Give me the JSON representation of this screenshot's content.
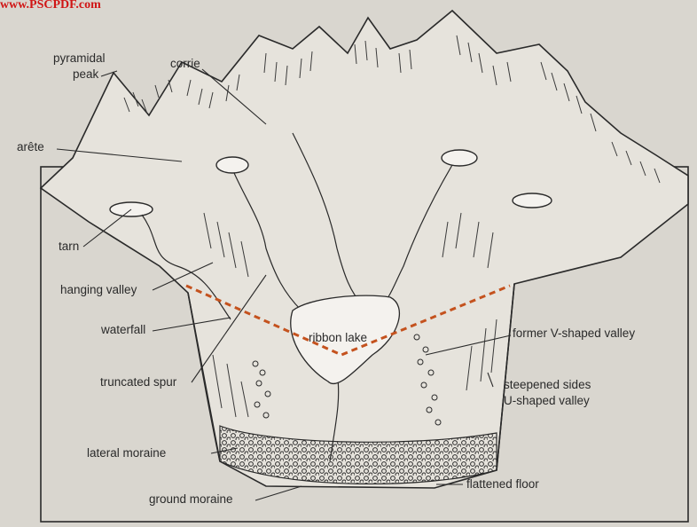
{
  "watermark": "www.PSCPDF.com",
  "labels": {
    "pyramidal_peak_1": "pyramidal",
    "pyramidal_peak_2": "peak",
    "corrie": "corrie",
    "arete": "arête",
    "tarn": "tarn",
    "hanging_valley": "hanging valley",
    "waterfall": "waterfall",
    "ribbon_lake": "ribbon lake",
    "former_v_valley": "former V-shaped valley",
    "truncated_spur": "truncated spur",
    "steepened_sides_1": "steepened sides",
    "steepened_sides_2": "U-shaped valley",
    "lateral_moraine": "lateral moraine",
    "ground_moraine": "ground moraine",
    "flattened_floor": "flattened floor"
  },
  "colors": {
    "background": "#d9d6cf",
    "ink": "#2a2a2a",
    "v_profile": "#c4521e",
    "watermark": "#d01515"
  }
}
